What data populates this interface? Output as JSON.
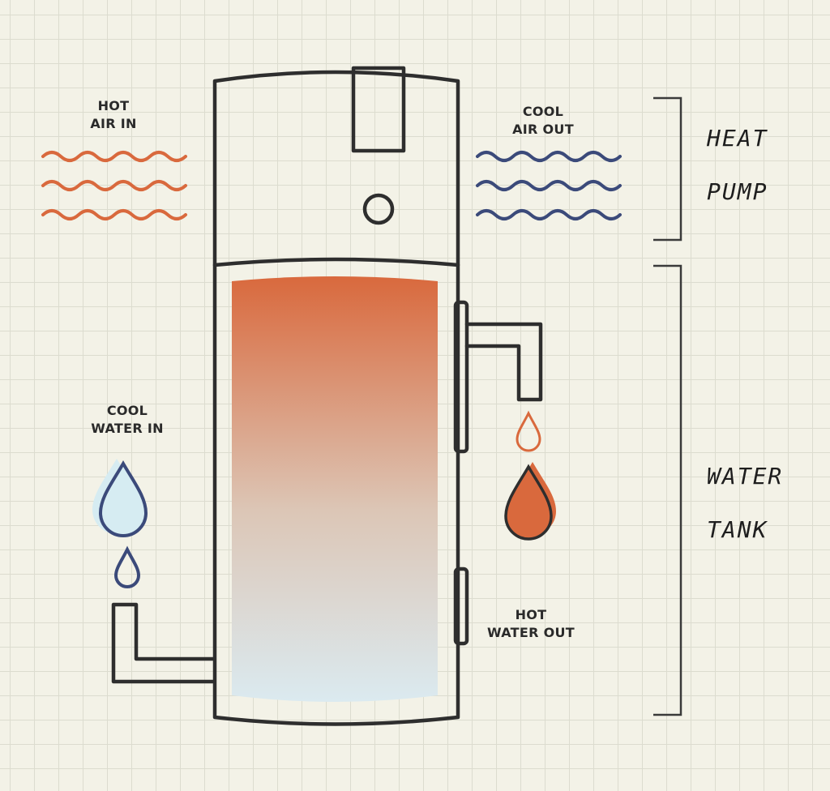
{
  "labels": {
    "hot_air_in": [
      "HOT",
      "AIR IN"
    ],
    "cool_air_out": [
      "COOL",
      "AIR OUT"
    ],
    "cool_water_in": [
      "COOL",
      "WATER IN"
    ],
    "hot_water_out": [
      "HOT",
      "WATER OUT"
    ]
  },
  "brackets": {
    "heat_pump": [
      "HEAT",
      "PUMP"
    ],
    "water_tank": [
      "WATER",
      "TANK"
    ]
  },
  "colors": {
    "hot": "#d9693d",
    "cool": "#3b4a7a",
    "outline": "#2e2e2e",
    "tank_top": "#d9693d",
    "tank_bottom": "#dbeaf0",
    "cool_drop_fill": "#d6ecf2"
  }
}
